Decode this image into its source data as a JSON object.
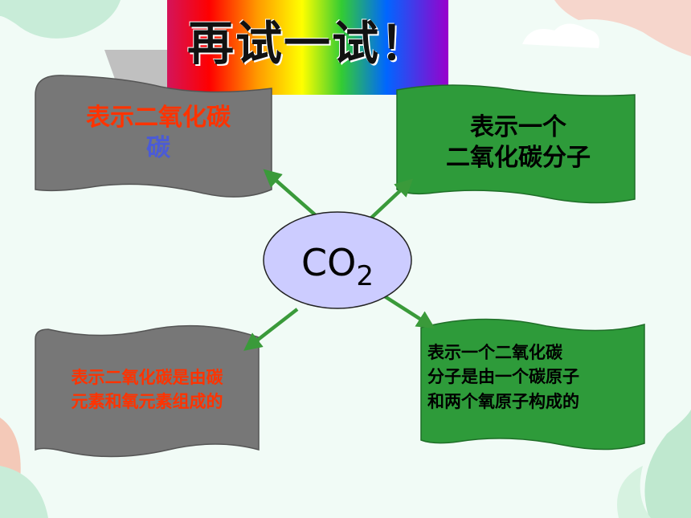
{
  "title": "再试一试！",
  "center": {
    "formula_main": "CO",
    "formula_sub": "2"
  },
  "boxes": {
    "top_left": {
      "line1": "表示二氧化碳",
      "line2": "碳"
    },
    "top_right": {
      "line1": "表示一个",
      "line2": "二氧化碳分子"
    },
    "bottom_left": {
      "line1": "表示二氧化碳是由碳",
      "line2": "元素和氧元素组成的"
    },
    "bottom_right": {
      "line1": "表示一个二氧化碳",
      "line2": "分子是由一个碳原子",
      "line3": "和两个氧原子构成的"
    }
  },
  "colors": {
    "background": "#f1fbf6",
    "gray_box": "#777777",
    "green_box": "#2e9b3a",
    "ellipse_fill": "#ccccff",
    "arrow": "#3a9a3a",
    "red_text": "#ff3300"
  }
}
